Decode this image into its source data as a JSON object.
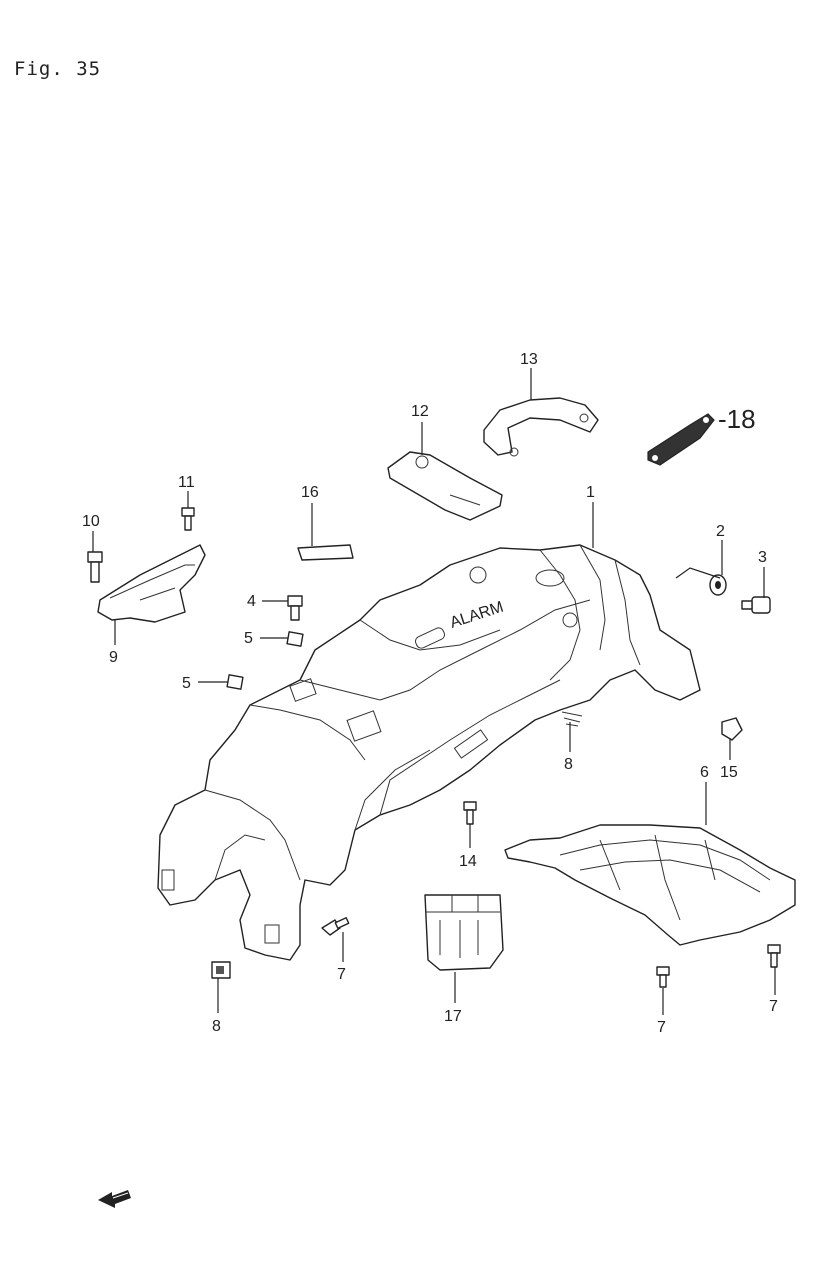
{
  "figure": {
    "title": "Fig. 35"
  },
  "callouts": [
    {
      "id": "c1",
      "label": "1"
    },
    {
      "id": "c2",
      "label": "2"
    },
    {
      "id": "c3",
      "label": "3"
    },
    {
      "id": "c4",
      "label": "4"
    },
    {
      "id": "c5a",
      "label": "5"
    },
    {
      "id": "c5b",
      "label": "5"
    },
    {
      "id": "c6",
      "label": "6"
    },
    {
      "id": "c7a",
      "label": "7"
    },
    {
      "id": "c7b",
      "label": "7"
    },
    {
      "id": "c7c",
      "label": "7"
    },
    {
      "id": "c8a",
      "label": "8"
    },
    {
      "id": "c8b",
      "label": "8"
    },
    {
      "id": "c9",
      "label": "9"
    },
    {
      "id": "c10",
      "label": "10"
    },
    {
      "id": "c11",
      "label": "11"
    },
    {
      "id": "c12",
      "label": "12"
    },
    {
      "id": "c13",
      "label": "13"
    },
    {
      "id": "c14",
      "label": "14"
    },
    {
      "id": "c15",
      "label": "15"
    },
    {
      "id": "c16",
      "label": "16"
    },
    {
      "id": "c17",
      "label": "17"
    },
    {
      "id": "c18",
      "label": "-18"
    }
  ],
  "embossed_text": "ALARM",
  "icons": {
    "direction_arrow": "front-arrow-icon"
  }
}
